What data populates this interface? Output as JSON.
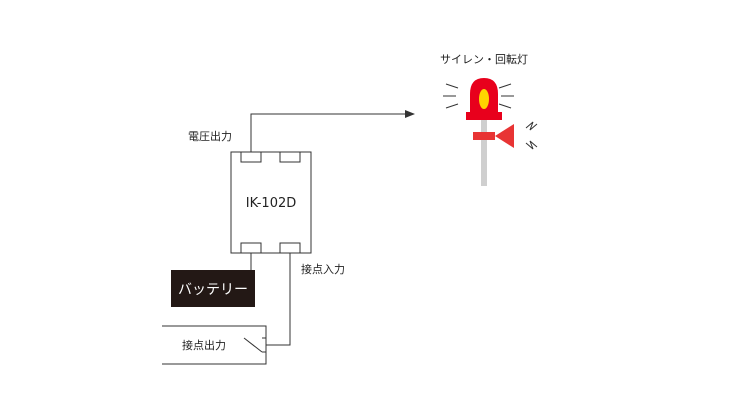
{
  "diagram": {
    "device_label": "IK-102D",
    "voltage_output_label": "電圧出力",
    "contact_input_label": "接点入力",
    "battery_label": "バッテリー",
    "contact_output_label": "接点出力",
    "siren_label": "サイレン・回転灯"
  },
  "colors": {
    "light_red": "#e8001c",
    "light_yellow": "#ffd400",
    "horn_red": "#e83434",
    "pole_gray": "#cfcfcf",
    "battery_fill": "#231815",
    "wire": "#333333"
  },
  "icons": {
    "siren": "rotating-light-icon",
    "horn": "horn-icon",
    "switch": "switch-contact-icon"
  }
}
